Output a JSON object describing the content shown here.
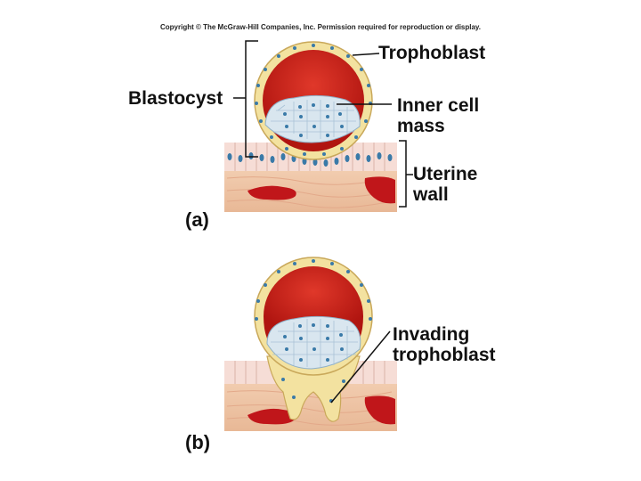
{
  "copyright": "Copyright © The McGraw-Hill Companies, Inc. Permission required for reproduction or display.",
  "panel_a": {
    "label": "(a)",
    "trophoblast": "Trophoblast",
    "blastocyst": "Blastocyst",
    "inner_cell_mass": [
      "Inner cell",
      "mass"
    ],
    "uterine_wall": [
      "Uterine",
      "wall"
    ]
  },
  "panel_b": {
    "label": "(b)",
    "invading_trophoblast": [
      "Invading",
      "trophoblast"
    ]
  },
  "colors": {
    "cavity": "#c8211b",
    "trophoblast": "#f3e2a0",
    "inner_cells": "#d9e6ef",
    "nucleus": "#3a7aa8",
    "epithelium": "#f6ddd6",
    "stroma": "#efc6a8",
    "blood": "#c0161a"
  }
}
